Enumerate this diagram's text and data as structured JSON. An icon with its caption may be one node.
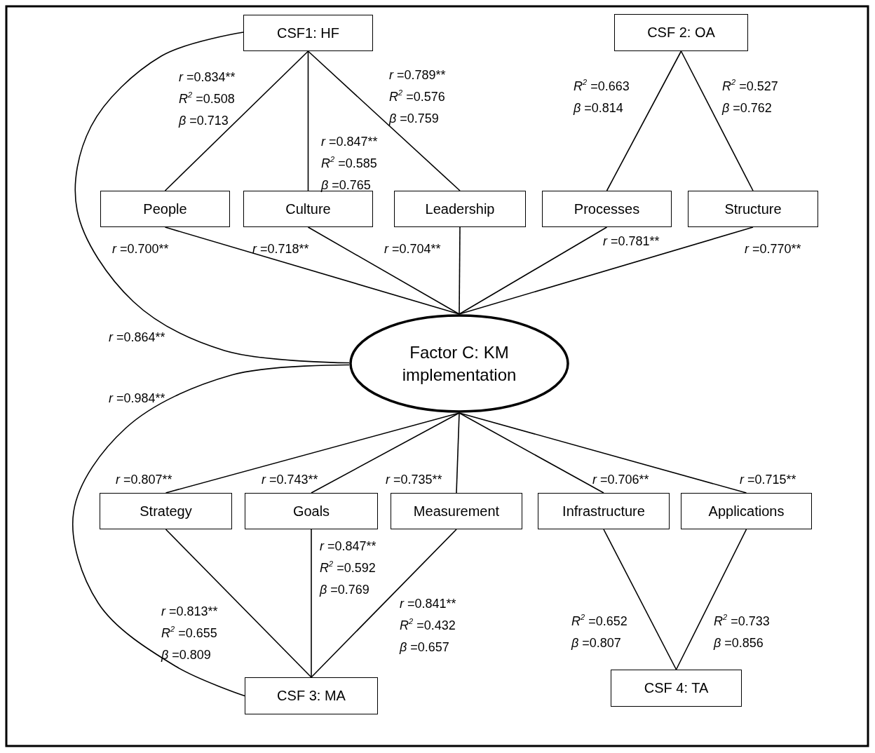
{
  "diagram": {
    "nodes": [
      {
        "text": [
          "CSF1: HF"
        ]
      },
      {
        "text": [
          "CSF 2: OA"
        ]
      },
      {
        "text": [
          "People"
        ]
      },
      {
        "text": [
          "Culture"
        ]
      },
      {
        "text": [
          "Leadership"
        ]
      },
      {
        "text": [
          "Processes"
        ]
      },
      {
        "text": [
          "Structure"
        ]
      },
      {
        "text": [
          "Factor C: KM implementation"
        ]
      },
      {
        "text": [
          "Strategy"
        ]
      },
      {
        "text": [
          "Goals"
        ]
      },
      {
        "text": [
          "Measurement"
        ]
      },
      {
        "text": [
          "Infrastructure"
        ]
      },
      {
        "text": [
          "Applications"
        ]
      },
      {
        "text": [
          "CSF 3: MA"
        ]
      },
      {
        "text": [
          "CSF 4: TA"
        ]
      }
    ],
    "edges": [
      {
        "from": 0,
        "to": 2,
        "arrow": "none",
        "label": "r =0.834** R$^{2}$ =0.508 β =0.713"
      },
      {
        "from": 0,
        "to": 3,
        "arrow": "none",
        "label": "r =0.847** R$^{2}$ =0.585 β =0.765"
      },
      {
        "from": 0,
        "to": 4,
        "arrow": "none",
        "label": "r =0.789** R$^{2}$ =0.576 β =0.759"
      },
      {
        "from": 1,
        "to": 5,
        "arrow": "none",
        "label": "R$^{2}$ =0.663 β =0.814"
      },
      {
        "from": 1,
        "to": 6,
        "arrow": "none",
        "label": "R$^{2}$ =0.527 β =0.762"
      },
      {
        "from": 2,
        "to": 7,
        "arrow": "none",
        "label": "r =0.700**"
      },
      {
        "from": 3,
        "to": 7,
        "arrow": "none",
        "label": "r =0.718**"
      },
      {
        "from": 4,
        "to": 7,
        "arrow": "none",
        "label": "r =0.704**"
      },
      {
        "from": 5,
        "to": 7,
        "arrow": "none",
        "label": "r =0.781**"
      },
      {
        "from": 6,
        "to": 7,
        "arrow": "none",
        "label": "r =0.770**"
      },
      {
        "from": 0,
        "to": 7,
        "arrow": "none",
        "label": "r =0.864**"
      },
      {
        "from": 7,
        "to": 13,
        "arrow": "none",
        "label": "r =0.984**"
      },
      {
        "from": 8,
        "to": 7,
        "arrow": "none",
        "label": "r =0.807**"
      },
      {
        "from": 9,
        "to": 7,
        "arrow": "none",
        "label": "r =0.743**"
      },
      {
        "from": 10,
        "to": 7,
        "arrow": "none",
        "label": "r =0.735**"
      },
      {
        "from": 11,
        "to": 7,
        "arrow": "none",
        "label": "r =0.706**"
      },
      {
        "from": 12,
        "to": 7,
        "arrow": "none",
        "label": "r =0.715**"
      },
      {
        "from": 8,
        "to": 13,
        "arrow": "none",
        "label": "r =0.813** R$^{2}$ =0.655 β =0.809"
      },
      {
        "from": 9,
        "to": 13,
        "arrow": "none",
        "label": "r =0.847** R$^{2}$ =0.592 β =0.769"
      },
      {
        "from": 10,
        "to": 13,
        "arrow": "none",
        "label": "r =0.841** R$^{2}$ =0.432 β =0.657"
      },
      {
        "from": 11,
        "to": 14,
        "arrow": "none",
        "label": "R$^{2}$ =0.652 β =0.807"
      },
      {
        "from": 12,
        "to": 14,
        "arrow": "none",
        "label": "R$^{2}$ =0.733 β =0.856"
      }
    ]
  }
}
